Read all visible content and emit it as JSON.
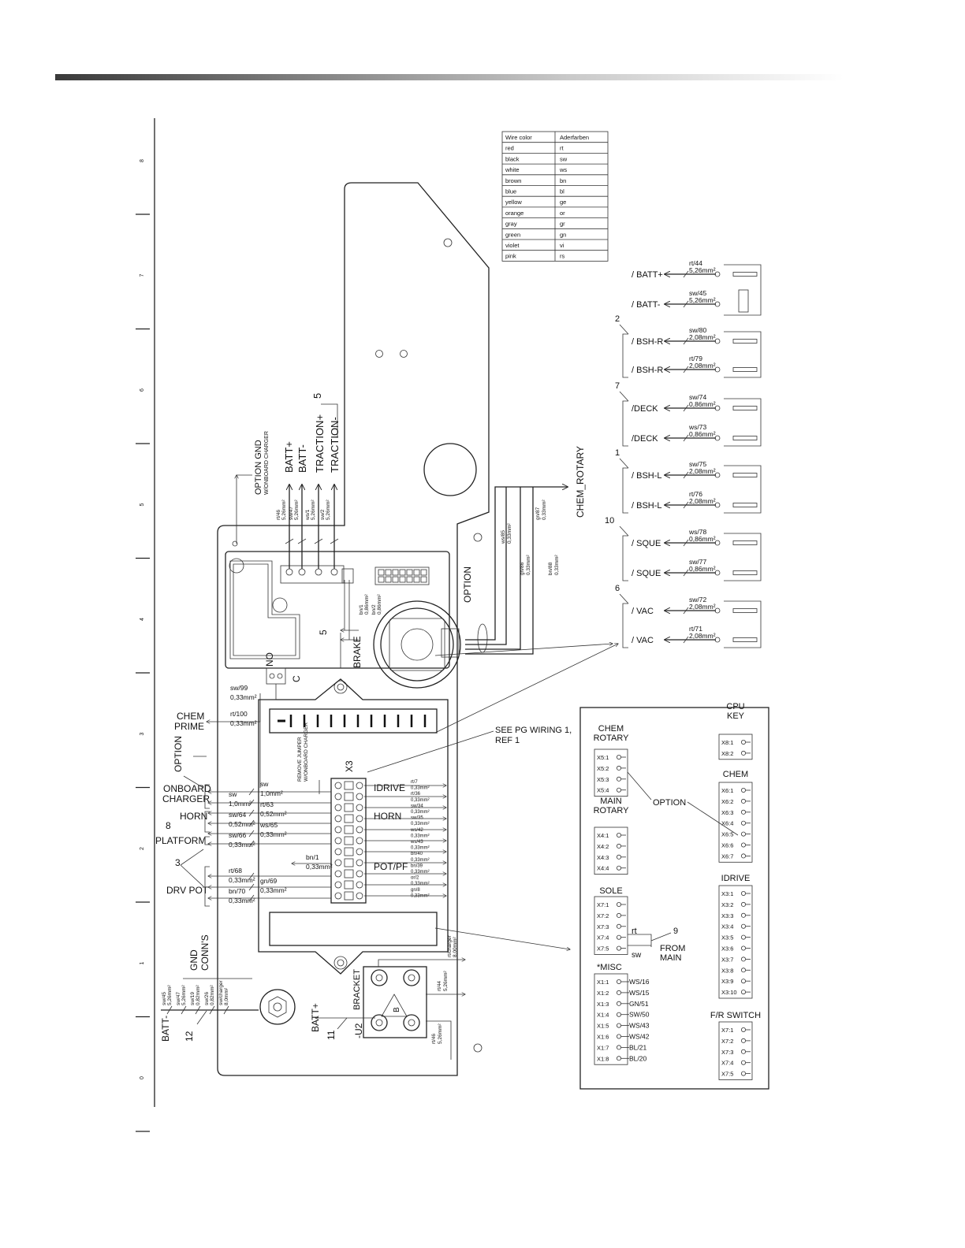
{
  "ruler": {
    "marks": [
      "8",
      "7",
      "6",
      "5",
      "4",
      "3",
      "2",
      "1",
      "0"
    ]
  },
  "color_table": {
    "headers": [
      "Wire color",
      "Aderfarben"
    ],
    "rows": [
      [
        "red",
        "rt"
      ],
      [
        "black",
        "sw"
      ],
      [
        "white",
        "ws"
      ],
      [
        "brown",
        "bn"
      ],
      [
        "blue",
        "bl"
      ],
      [
        "yellow",
        "ge"
      ],
      [
        "orange",
        "or"
      ],
      [
        "gray",
        "gr"
      ],
      [
        "green",
        "gn"
      ],
      [
        "violet",
        "vi"
      ],
      [
        "pink",
        "rs"
      ]
    ]
  },
  "top_labels": {
    "batt_plus": "BATT+",
    "batt_minus": "BATT-",
    "traction_plus": "TRACTION+",
    "traction_minus": "TRACTION-",
    "num5": "5",
    "option_gnd": "OPTION GND",
    "onboard": "W/ONBOARD CHARGER",
    "chem_rotary": "CHEM_ROTARY",
    "option": "OPTION",
    "brake": "BRAKE",
    "brake_num": "5",
    "no": "NO",
    "c": "C",
    "w_rt46": "rt/46",
    "w_rt46s": "5,26mm²",
    "w_sw47": "sw/47",
    "w_sw47s": "5,26mm²",
    "w_ws1": "ws/1",
    "w_ws1s": "5,26mm²",
    "w_sw2": "sw/2",
    "w_sw2s": "5,26mm²",
    "w_ws85": "ws/85",
    "w_ws85s": "0,33mm²",
    "w_gn86": "gn/86",
    "w_gn86s": "0,33mm²",
    "w_gn87": "gn/87",
    "w_gn87s": "0,33mm²",
    "w_bn88": "bn/88",
    "w_bn88s": "0,33mm²",
    "w_bn1": "bn/1",
    "w_bn1s": "0,86mm²",
    "w_bn2": "bn/2",
    "w_bn2s": "0,86mm²"
  },
  "right_connectors": [
    {
      "num": "",
      "label": "/ BATT+",
      "wire": "rt/44",
      "size": "5,26mm²"
    },
    {
      "num": "",
      "label": "/ BATT-",
      "wire": "sw/45",
      "size": "5,26mm²"
    },
    {
      "num": "2",
      "label": "/ BSH-R",
      "wire": "sw/80",
      "size": "2,08mm²"
    },
    {
      "num": "",
      "label": "/ BSH-R",
      "wire": "rt/79",
      "size": "2,08mm²"
    },
    {
      "num": "7",
      "label": "/DECK",
      "wire": "sw/74",
      "size": "0,86mm²"
    },
    {
      "num": "",
      "label": "/DECK",
      "wire": "ws/73",
      "size": "0,86mm²"
    },
    {
      "num": "1",
      "label": "/ BSH-L",
      "wire": "sw/75",
      "size": "2,08mm²"
    },
    {
      "num": "",
      "label": "/ BSH-L",
      "wire": "rt/76",
      "size": "2,08mm²"
    },
    {
      "num": "10",
      "label": "/ SQUE",
      "wire": "ws/78",
      "size": "0,86mm²"
    },
    {
      "num": "",
      "label": "/ SQUE",
      "wire": "sw/77",
      "size": "0,86mm²"
    },
    {
      "num": "6",
      "label": "/ VAC",
      "wire": "sw/72",
      "size": "2,08mm²"
    },
    {
      "num": "",
      "label": "/ VAC",
      "wire": "rt/71",
      "size": "2,08mm²"
    }
  ],
  "left_labels": {
    "chem_prime1": "CHEM",
    "chem_prime2": "PRIME",
    "option": "OPTION",
    "onboard1": "ONBOARD",
    "onboard2": "CHARGER",
    "horn": "HORN",
    "num8": "8",
    "platform": "PLATFORM",
    "num3": "3",
    "drv_pot": "DRV POT",
    "see_pg1": "SEE PG WIRING 1,",
    "see_pg2": "REF 1",
    "x3": "X3",
    "remove_jumper1": "REMOVE JUMPER",
    "remove_jumper2": "W/ONBOARD CHARGER",
    "idrive": "IDRIVE",
    "horn_r": "HORN",
    "pot_pf": "POT/PF",
    "gnd1": "GND",
    "gnd2": "CONN'S",
    "batt_minus": "BATT-",
    "num12": "12",
    "batt_plus": "BATT+",
    "num11": "11",
    "bracket": "BRACKET",
    "u2": "-U2",
    "b": "B"
  },
  "left_wires": [
    {
      "wire": "sw/99",
      "size": "0,33mm²"
    },
    {
      "wire": "rt/100",
      "size": "0,33mm²"
    },
    {
      "wire": "sw",
      "size": "1,0mm²"
    },
    {
      "wire": "sw",
      "size": "1,0mm²"
    },
    {
      "wire": "rt/63",
      "size": "0,52mm²"
    },
    {
      "wire": "sw/64",
      "size": "0,52mm²"
    },
    {
      "wire": "ws/65",
      "size": "0,33mm²"
    },
    {
      "wire": "sw/66",
      "size": "0,33mm²"
    },
    {
      "wire": "bn/1",
      "size": "0,33mm²"
    },
    {
      "wire": "rt/68",
      "size": "0,33mm²"
    },
    {
      "wire": "gn/69",
      "size": "0,33mm²"
    },
    {
      "wire": "bn/70",
      "size": "0,33mm²"
    }
  ],
  "x3_right_wires": [
    "rt/7",
    "0,33mm²",
    "rt/36",
    "0,33mm²",
    "sw/34",
    "0,33mm²",
    "sw/35",
    "0,33mm²",
    "ws/42",
    "0,33mm²",
    "ws/43",
    "0,33mm²",
    "bn/40",
    "0,33mm²",
    "bn/39",
    "0,33mm²",
    "or/2",
    "0,33mm²",
    "gn/8",
    "0,33mm²"
  ],
  "bottom_wires": {
    "rt_charger": "rt/charger",
    "rt_charger_s": "8,00mm²",
    "rt44": "rt/44",
    "rt44s": "5,26mm²",
    "rt46": "rt/46",
    "rt46s": "5,26mm²",
    "gnd": [
      {
        "wire": "sw/45",
        "size": "5,26mm²"
      },
      {
        "wire": "sw/47",
        "size": "5,26mm²"
      },
      {
        "wire": "sw/19",
        "size": "0,82mm²"
      },
      {
        "wire": "sw/26",
        "size": "0,82mm²"
      },
      {
        "wire": "sw/charger",
        "size": "8,0mm²"
      }
    ]
  },
  "pin_panel": {
    "option": "OPTION",
    "num9": "9",
    "from": "FROM",
    "main": "MAIN",
    "rt": "rt",
    "sw": "sw",
    "groups": [
      {
        "id": "chem-rotary",
        "title1": "CHEM",
        "title2": "ROTARY",
        "pins": [
          "X5:1",
          "X5:2",
          "X5:3",
          "X5:4"
        ]
      },
      {
        "id": "main-rotary",
        "title1": "MAIN",
        "title2": "ROTARY",
        "pins": [
          "X4:1",
          "X4:2",
          "X4:3",
          "X4:4"
        ]
      },
      {
        "id": "sole",
        "title1": "SOLE",
        "title2": "",
        "pins": [
          "X7:1",
          "X7:2",
          "X7:3",
          "X7:4",
          "X7:5"
        ]
      },
      {
        "id": "misc",
        "title1": "*MISC",
        "title2": "",
        "pins": [
          "X1:1",
          "X1:2",
          "X1:3",
          "X1:4",
          "X1:5",
          "X1:6",
          "X1:7",
          "X1:8"
        ],
        "labels": [
          "WS/16",
          "WS/15",
          "GN/51",
          "SW/50",
          "WS/43",
          "WS/42",
          "BL/21",
          "BL/20"
        ]
      },
      {
        "id": "cpu-key",
        "title1": "CPU",
        "title2": "KEY",
        "pins": [
          "X8:1",
          "X8:2"
        ]
      },
      {
        "id": "chem",
        "title1": "CHEM",
        "title2": "",
        "pins": [
          "X6:1",
          "X6:2",
          "X6:3",
          "X6:4",
          "X6:5",
          "X6:6",
          "X6:7"
        ]
      },
      {
        "id": "idrive",
        "title1": "IDRIVE",
        "title2": "",
        "pins": [
          "X3:1",
          "X3:2",
          "X3:3",
          "X3:4",
          "X3:5",
          "X3:6",
          "X3:7",
          "X3:8",
          "X3:9",
          "X3:10"
        ]
      },
      {
        "id": "fr-switch",
        "title1": "F/R SWITCH",
        "title2": "",
        "pins": [
          "X7:1",
          "X7:2",
          "X7:3",
          "X7:4",
          "X7:5"
        ]
      }
    ]
  }
}
